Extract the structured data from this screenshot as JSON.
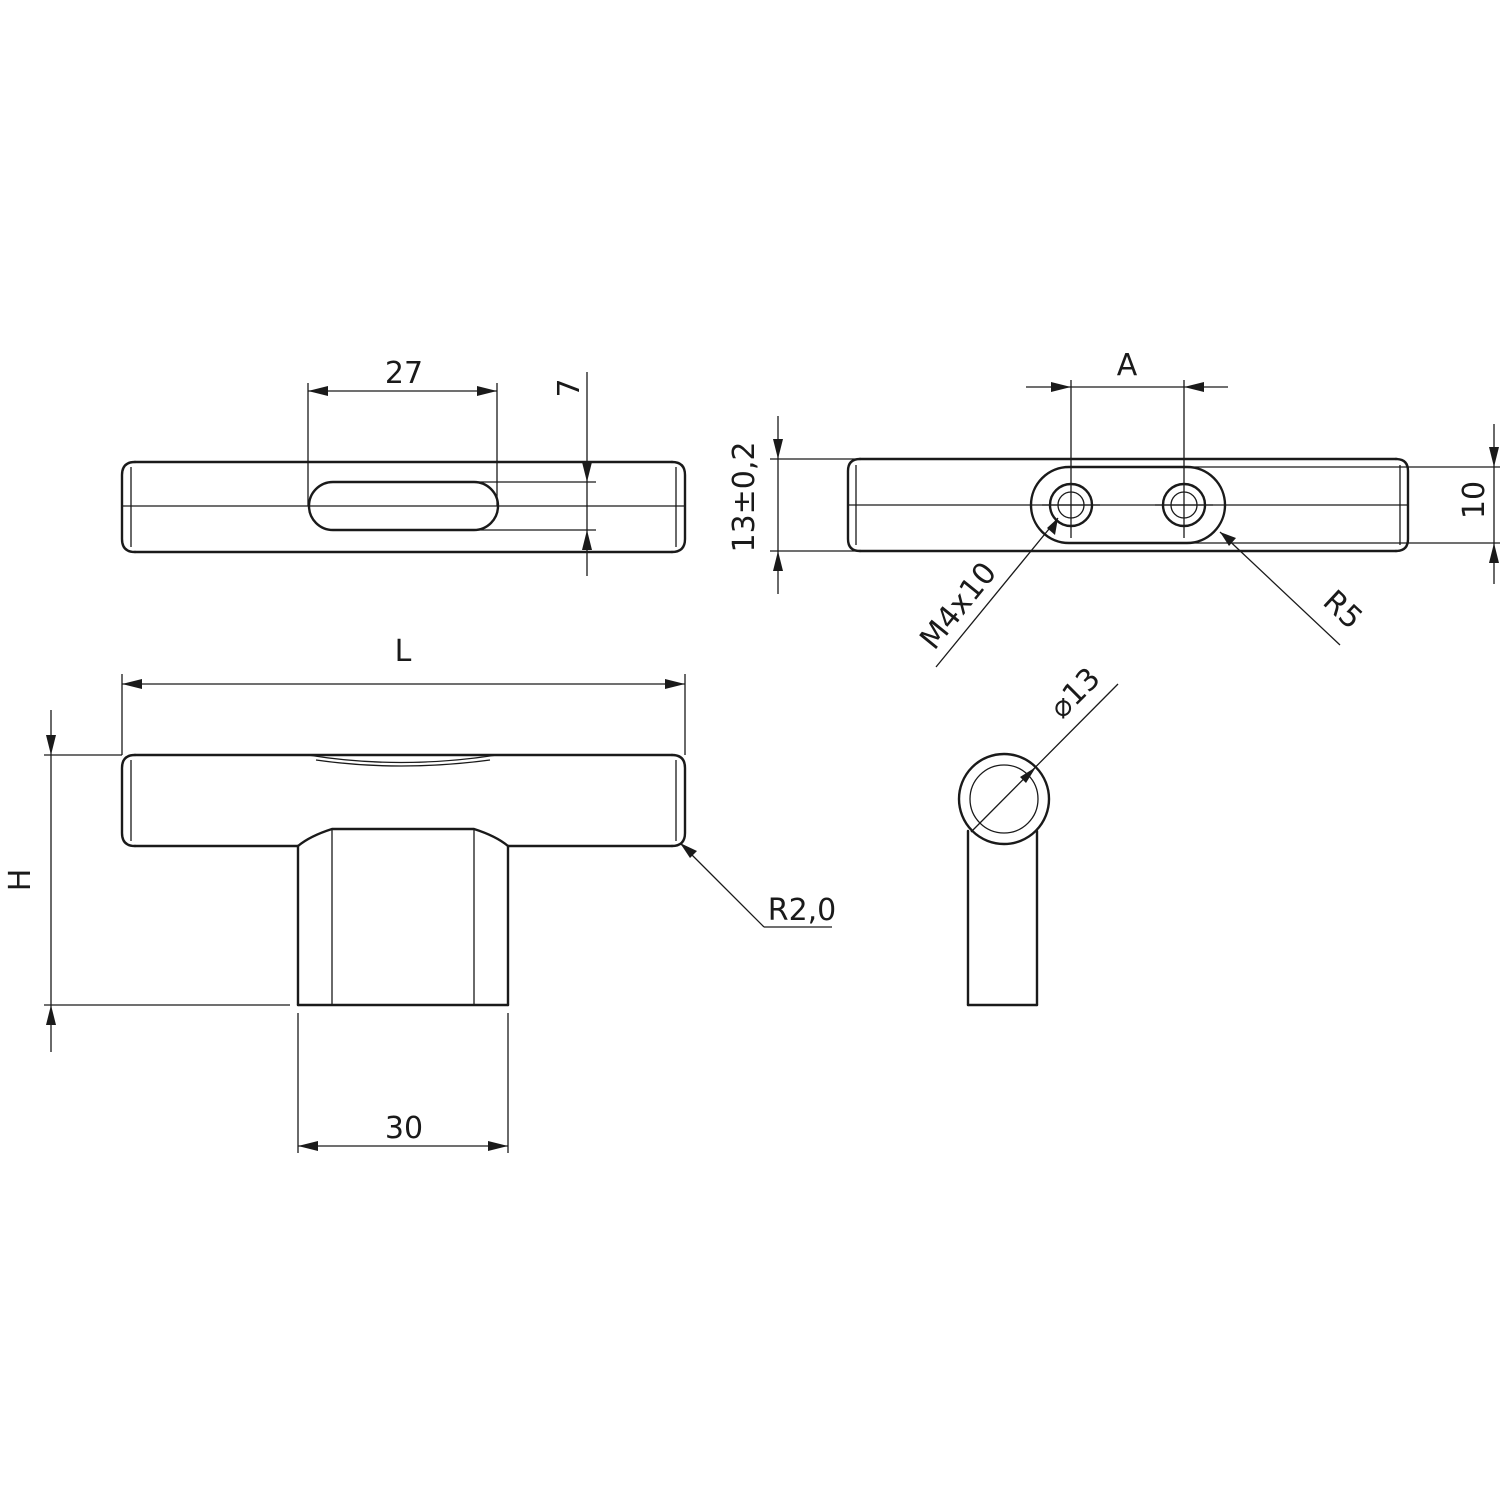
{
  "labels": {
    "slot_length": "27",
    "slot_width": "7",
    "hole_spacing": "A",
    "height_tol": "13±0,2",
    "width": "10",
    "thread": "M4x10",
    "radius_end": "R5",
    "length": "L",
    "height": "H",
    "base_width": "30",
    "edge_radius": "R2,0",
    "diameter": "⌀13"
  }
}
